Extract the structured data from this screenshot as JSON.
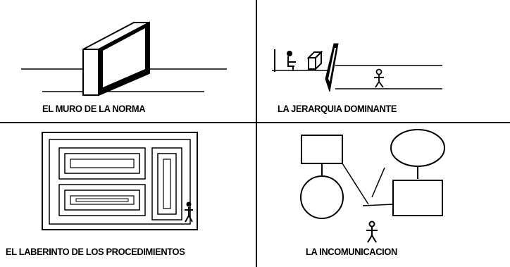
{
  "panels": [
    {
      "id": "muro",
      "caption": "EL MURO DE LA NORMA",
      "icon": "wall-icon"
    },
    {
      "id": "jerarquia",
      "caption": "LA JERARQUIA DOMINANTE",
      "icon": "hierarchy-barrier-icon"
    },
    {
      "id": "laberinto",
      "caption": "EL LABERINTO DE LOS PROCEDIMIENTOS",
      "icon": "maze-icon"
    },
    {
      "id": "incomunicacion",
      "caption": "LA INCOMUNICACION",
      "icon": "disconnected-shapes-icon"
    }
  ],
  "colors": {
    "ink": "#000000",
    "paper": "#ffffff"
  }
}
